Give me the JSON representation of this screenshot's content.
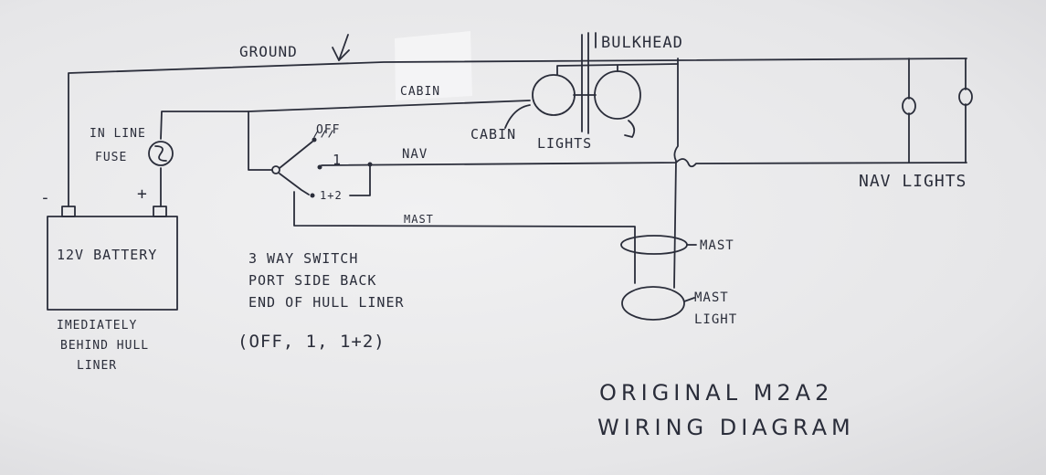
{
  "labels": {
    "ground": "GROUND",
    "bulkhead": "BULKHEAD",
    "cabin_wire": "CABIN",
    "cabin_lights_1": "CABIN",
    "cabin_lights_2": "LIGHTS",
    "nav_wire": "NAV",
    "nav_lights": "NAV LIGHTS",
    "mast_wire": "MAST",
    "mast_ring": "MAST",
    "mast_light_1": "MAST",
    "mast_light_2": "LIGHT",
    "fuse_1": "IN LINE",
    "fuse_2": "FUSE",
    "minus": "-",
    "plus": "+",
    "battery": "12V BATTERY",
    "battery_note_1": "IMEDIATELY",
    "battery_note_2": "BEHIND HULL",
    "battery_note_3": "LINER",
    "switch_off": "OFF",
    "switch_1": "1",
    "switch_12": "1+2",
    "switch_note_1": "3 WAY SWITCH",
    "switch_note_2": "PORT SIDE BACK",
    "switch_note_3": "END OF HULL LINER",
    "switch_positions": "(OFF, 1, 1+2)",
    "title_1": "ORIGINAL M2A2",
    "title_2": "WIRING DIAGRAM"
  },
  "colors": {
    "ink": "#2a2d3a",
    "paper": "#ececed"
  },
  "icons": {
    "fuse": "fuse-icon",
    "ground": "ground-arrow-icon"
  }
}
